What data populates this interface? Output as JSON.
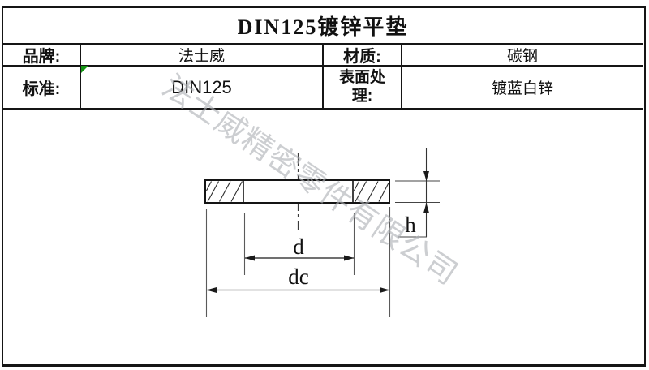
{
  "title": "DIN125镀锌平垫",
  "table": {
    "brand_label": "品牌:",
    "brand_value": "法士威",
    "material_label": "材质:",
    "material_value": "碳钢",
    "standard_label": "标准:",
    "standard_value": "DIN125",
    "surface_label": "表面处理:",
    "surface_value": "镀蓝白锌"
  },
  "drawing": {
    "label_inner_diameter": "d",
    "label_outer_diameter": "dc",
    "label_thickness": "h"
  },
  "watermark": "法士威精密零件有限公司",
  "colors": {
    "border": "#151515",
    "marker_green": "#149414",
    "watermark_gray": "#aeb1b5",
    "drawing_line": "#1a1a1a"
  }
}
